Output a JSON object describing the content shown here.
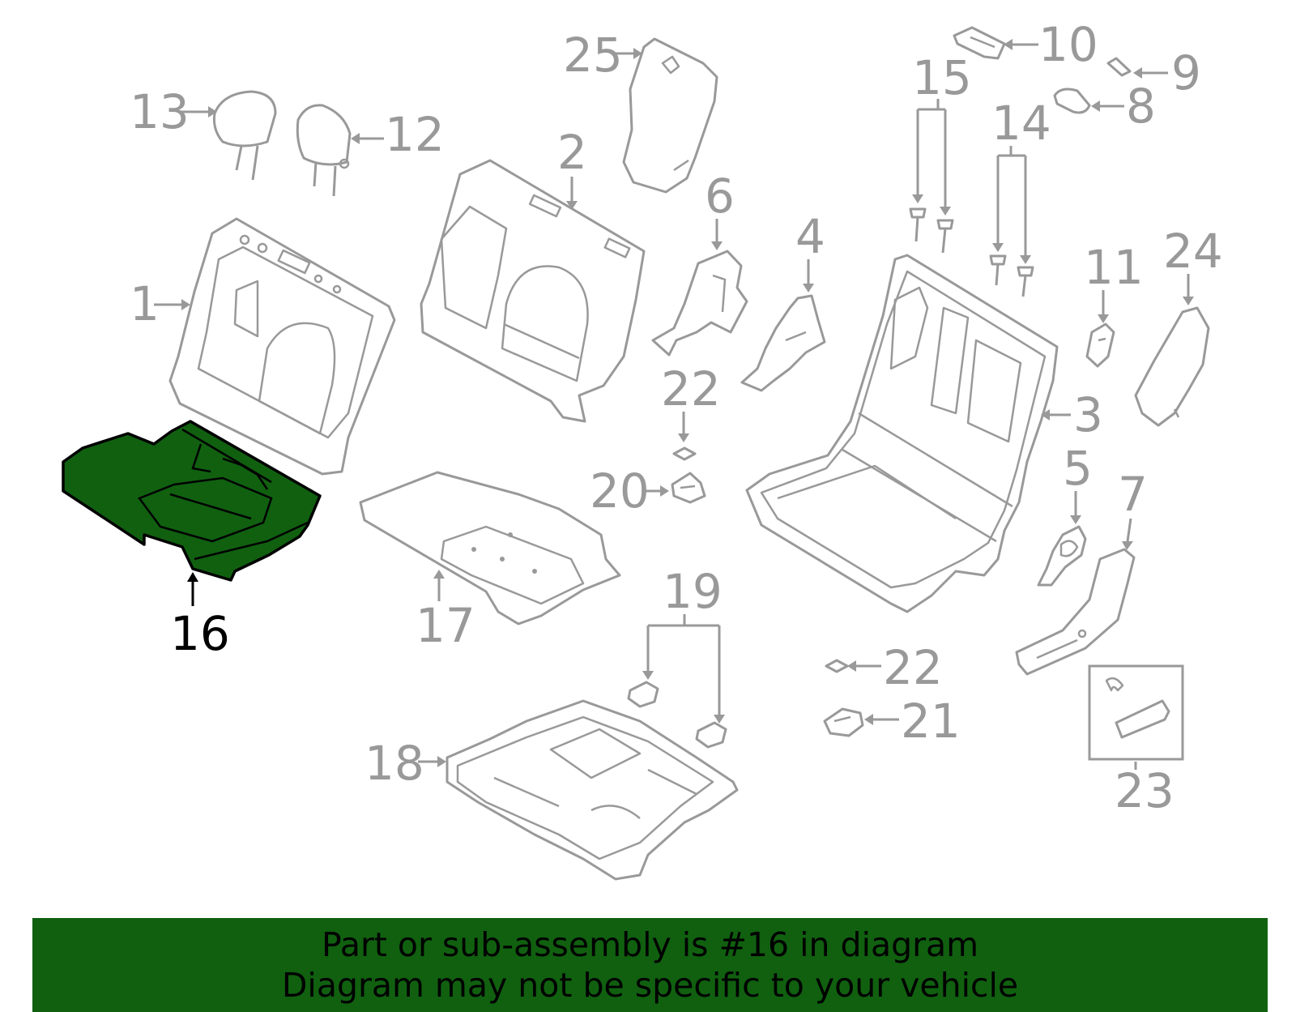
{
  "colors": {
    "highlight": "#106010",
    "line": "#999999",
    "text_dark": "#000000"
  },
  "highlighted_part": "16",
  "callouts": {
    "c1": "1",
    "c2": "2",
    "c3": "3",
    "c4": "4",
    "c5": "5",
    "c6": "6",
    "c7": "7",
    "c8": "8",
    "c9": "9",
    "c10": "10",
    "c11": "11",
    "c12": "12",
    "c13": "13",
    "c14": "14",
    "c15": "15",
    "c16": "16",
    "c17": "17",
    "c18": "18",
    "c19": "19",
    "c20": "20",
    "c21": "21",
    "c22a": "22",
    "c22b": "22",
    "c23": "23",
    "c24": "24",
    "c25": "25"
  },
  "banner": {
    "line1": "Part or sub-assembly is #16 in diagram",
    "line2": "Diagram may not be specific to your vehicle"
  }
}
